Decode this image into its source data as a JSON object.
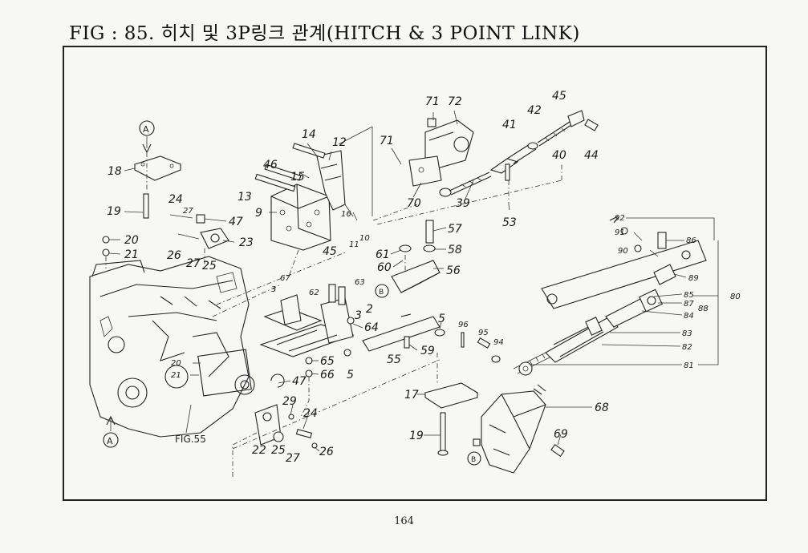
{
  "title": "FIG : 85. 히치 및 3P링크 관계(HITCH & 3 POINT LINK)",
  "page_number": "164",
  "ref_marks": {
    "a_top": "A",
    "a_bottom": "A",
    "b_left": "B",
    "b_bottom": "B"
  },
  "fig_ref": "FIG.55",
  "labels": {
    "p18": "18",
    "p19a": "19",
    "p20a": "20",
    "p21a": "21",
    "p24a": "24",
    "p27a": "27",
    "p47a": "47",
    "p23": "23",
    "p26a": "26",
    "p27b": "27",
    "p25a": "25",
    "p14": "14",
    "p12": "12",
    "p46": "46",
    "p15": "15",
    "p13": "13",
    "p9": "9",
    "p16": "16",
    "p11": "11",
    "p10": "10",
    "p45a": "45",
    "p71a": "71",
    "p72": "72",
    "p71b": "71",
    "p70": "70",
    "p39": "39",
    "p41": "41",
    "p53": "53",
    "p42": "42",
    "p45b": "45",
    "p40": "40",
    "p44": "44",
    "p57": "57",
    "p58": "58",
    "p61": "61",
    "p60": "60",
    "p56": "56",
    "p67": "67",
    "p3a": "3",
    "p62": "62",
    "p63": "63",
    "p2": "2",
    "p3b": "3",
    "p64": "64",
    "p5a": "5",
    "p55": "55",
    "p59": "59",
    "p65": "65",
    "p66": "66",
    "p5b": "5",
    "p20b": "20",
    "p21b": "21",
    "p47b": "47",
    "p29": "29",
    "p24b": "24",
    "p22": "22",
    "p25b": "25",
    "p27c": "27",
    "p26b": "26",
    "p17": "17",
    "p19b": "19",
    "p68": "68",
    "p69": "69",
    "p96": "96",
    "p95": "95",
    "p94": "94",
    "p92": "92",
    "p91": "91",
    "p90": "90",
    "p86": "86",
    "p89": "89",
    "p85": "85",
    "p87": "87",
    "p88": "88",
    "p80": "80",
    "p84": "84",
    "p83": "83",
    "p82": "82",
    "p81": "81"
  }
}
